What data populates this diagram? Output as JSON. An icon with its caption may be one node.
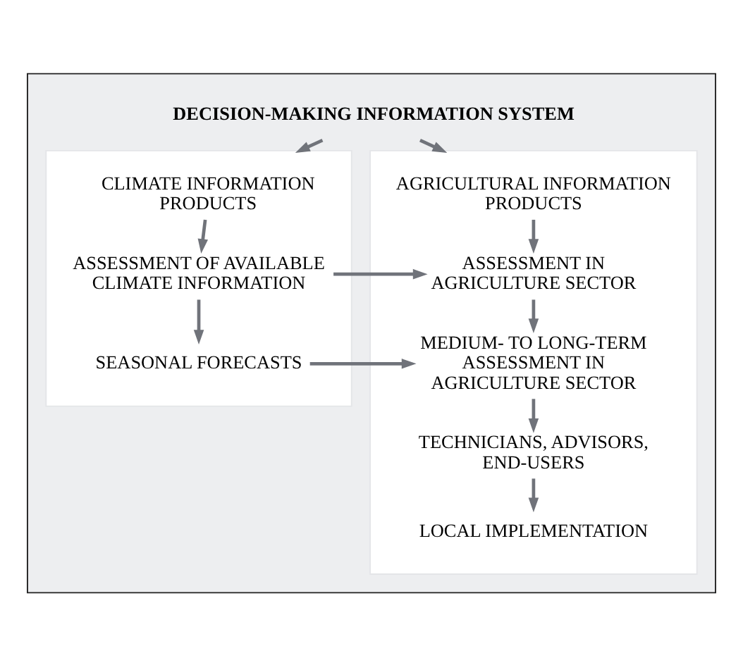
{
  "diagram": {
    "nodes": [
      {
        "text": [],
        "shape": "box"
      },
      {
        "text": [
          "DECISION-MAKING INFORMATION SYSTEM"
        ],
        "in": 0
      },
      {
        "text": [],
        "shape": "box",
        "in": 0
      },
      {
        "text": [],
        "shape": "box",
        "in": 0
      },
      {
        "text": [
          "CLIMATE INFORMATION PRODUCTS"
        ],
        "in": 2
      },
      {
        "text": [
          "ASSESSMENT OF AVAILABLE CLIMATE INFORMATION"
        ],
        "in": 2
      },
      {
        "text": [
          "SEASONAL FORECASTS"
        ],
        "in": 2
      },
      {
        "text": [
          "AGRICULTURAL INFORMATION PRODUCTS"
        ],
        "in": 3
      },
      {
        "text": [
          "ASSESSMENT IN AGRICULTURE SECTOR"
        ],
        "in": 3
      },
      {
        "text": [
          "MEDIUM- TO LONG-TERM ASSESSMENT IN AGRICULTURE SECTOR"
        ],
        "in": 3
      },
      {
        "text": [
          "TECHNICIANS, ADVISORS, END-USERS"
        ],
        "in": 3
      },
      {
        "text": [
          "LOCAL IMPLEMENTATION"
        ],
        "in": 3
      }
    ],
    "edges": [
      {
        "from": 1,
        "to": 2,
        "arrow": "to"
      },
      {
        "from": 1,
        "to": 3,
        "arrow": "to"
      },
      {
        "from": 4,
        "to": 5,
        "arrow": "to"
      },
      {
        "from": 5,
        "to": 6,
        "arrow": "to"
      },
      {
        "from": 7,
        "to": 8,
        "arrow": "to"
      },
      {
        "from": 8,
        "to": 9,
        "arrow": "to"
      },
      {
        "from": 9,
        "to": 10,
        "arrow": "to"
      },
      {
        "from": 10,
        "to": 11,
        "arrow": "to"
      },
      {
        "from": 5,
        "to": 8,
        "arrow": "to"
      },
      {
        "from": 6,
        "to": 9,
        "arrow": "to"
      }
    ]
  }
}
